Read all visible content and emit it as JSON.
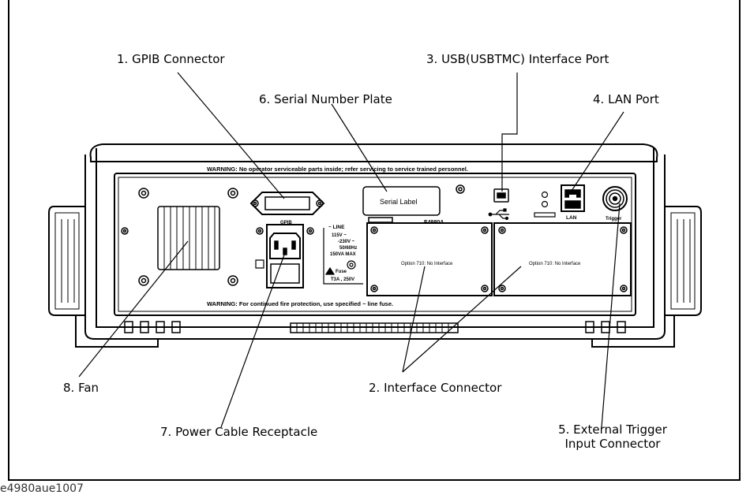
{
  "callouts": {
    "gpib": "1. GPIB Connector",
    "interface": "2. Interface Connector",
    "usb": "3. USB(USBTMC) Interface Port",
    "lan": "4. LAN Port",
    "trigger_line1": "5. External Trigger",
    "trigger_line2": "Input Connector",
    "serial": "6. Serial Number Plate",
    "power": "7. Power Cable Receptacle",
    "fan": "8. Fan"
  },
  "panel_text": {
    "warning_top": "WARNING: No operator serviceable parts inside; refer servicing to service trained personnel.",
    "warning_bottom": "WARNING: For continued fire protection, use specified ~ line fuse.",
    "gpib_label": "GPIB",
    "serial_label": "Serial Label",
    "model": "E4980A",
    "lan_label": "LAN",
    "trigger_label": "Trigger",
    "line_title": "~ LINE",
    "line_spec_1": "115V ~",
    "line_spec_2": "-230V ~",
    "line_spec_3": "50/60Hz",
    "line_spec_4": "150VA MAX",
    "fuse_label": "Fuse",
    "fuse_spec": "T3A , 250V",
    "option_left": "Option 710: No Interface",
    "option_right": "Option 710: No Interface"
  },
  "footer": {
    "figure_id": "e4980aue1007"
  }
}
